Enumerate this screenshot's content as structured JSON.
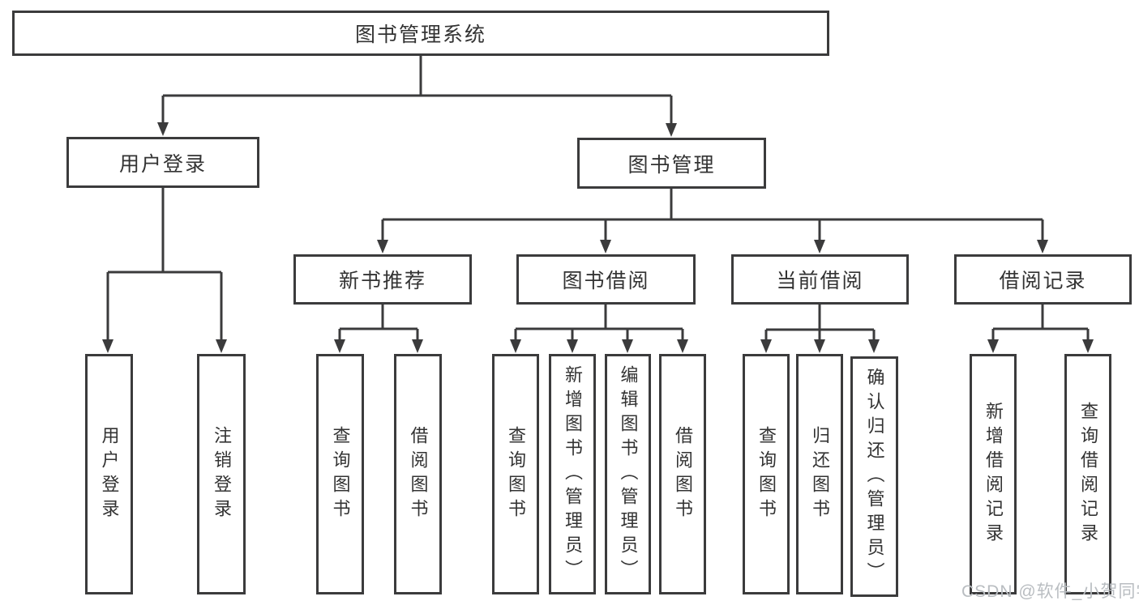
{
  "diagram": {
    "nodes": {
      "root": "图书管理系统",
      "user_login": "用户登录",
      "book_management": "图书管理",
      "new_book_recommend": "新书推荐",
      "book_borrowing": "图书借阅",
      "current_borrowing": "当前借阅",
      "borrowing_records": "借阅记录",
      "leaf_user_login": "用户登录",
      "leaf_logout": "注销登录",
      "leaf_nb_query_books": "查询图书",
      "leaf_nb_borrow_books": "借阅图书",
      "leaf_bb_query_books": "查询图书",
      "leaf_bb_add_books_admin": "新增图书（管理员）",
      "leaf_bb_edit_books_admin": "编辑图书（管理员）",
      "leaf_bb_borrow_books": "借阅图书",
      "leaf_cb_query_books": "查询图书",
      "leaf_cb_return_books": "归还图书",
      "leaf_cb_confirm_return_admin": "确认归还（管理员）",
      "leaf_br_add_record": "新增借阅记录",
      "leaf_br_query_record": "查询借阅记录"
    },
    "colors": {
      "line": "#3b3b3c",
      "text": "#333333",
      "background": "#ffffff",
      "watermark": "#b9bdc1"
    }
  },
  "watermark": "CSDN @软件_小贺同学"
}
